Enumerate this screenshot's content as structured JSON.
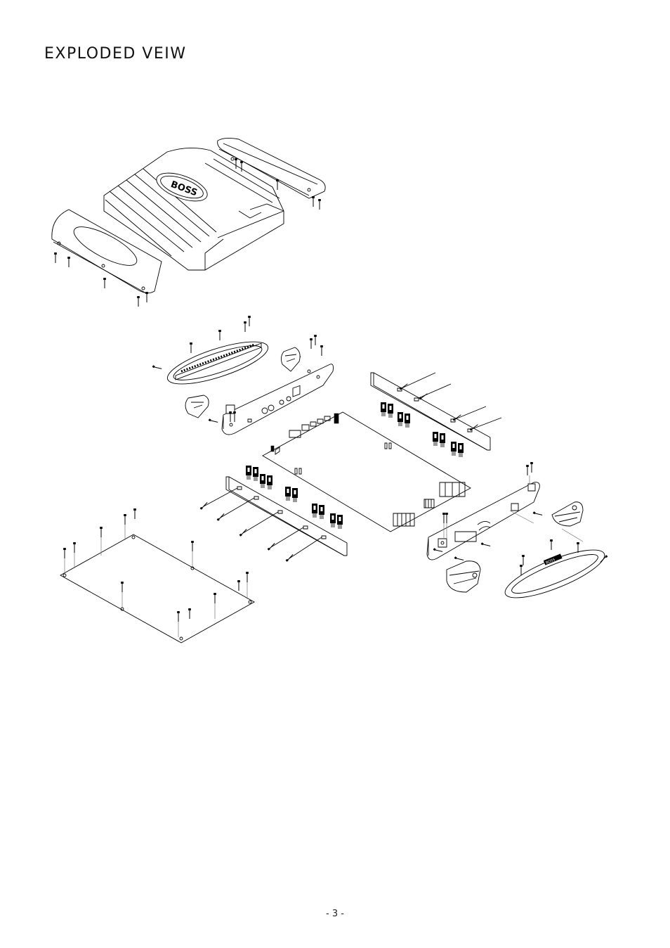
{
  "document": {
    "title": "EXPLODED VEIW",
    "page_number": "- 3 -"
  },
  "figure": {
    "logo_text": "BOSS",
    "label_plate_text": "BOSS"
  }
}
